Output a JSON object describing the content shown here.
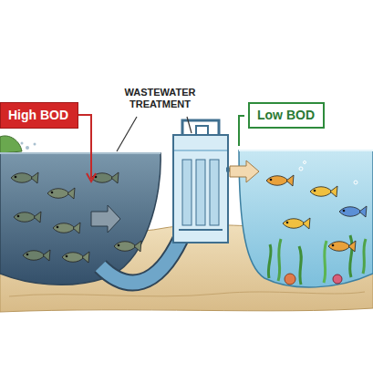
{
  "diagram": {
    "nodes": [
      {
        "text": [
          "High BOD"
        ]
      },
      {
        "text": [
          "Low BOD"
        ]
      }
    ],
    "labels": [
      "WASTEWATER TREATMENT"
    ]
  }
}
